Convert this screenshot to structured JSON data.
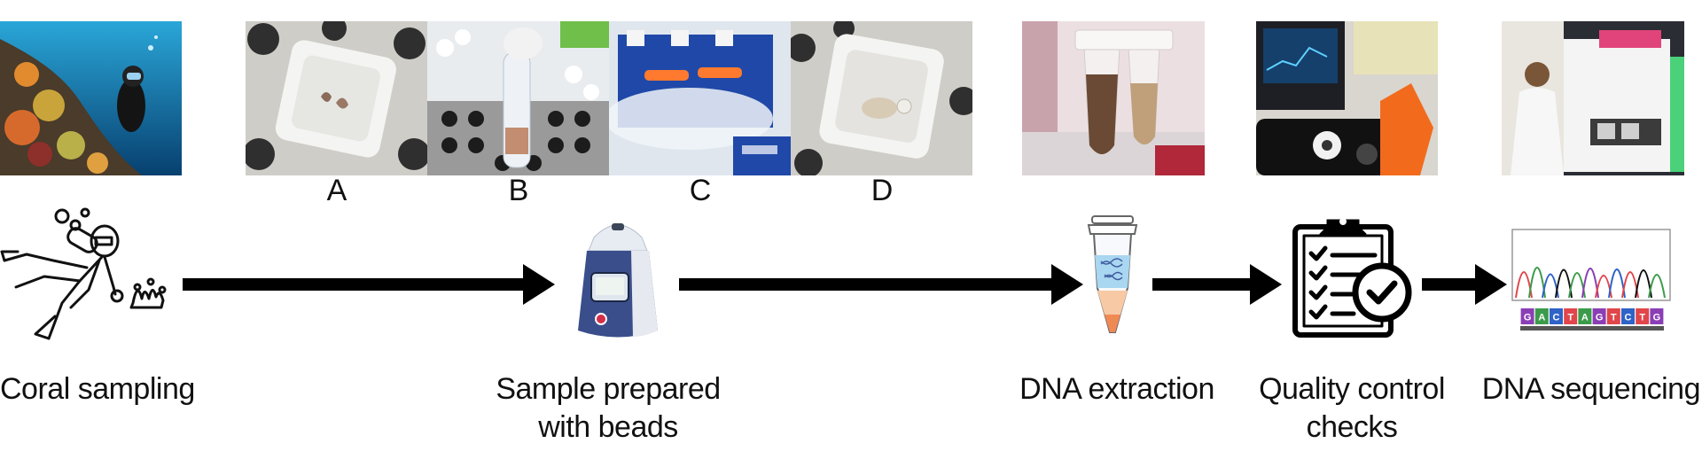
{
  "panel_letters": [
    "A",
    "B",
    "C",
    "D"
  ],
  "steps": [
    {
      "label_lines": [
        "Coral sampling"
      ]
    },
    {
      "label_lines": [
        "Sample prepared",
        "with beads"
      ]
    },
    {
      "label_lines": [
        "DNA extraction"
      ]
    },
    {
      "label_lines": [
        "Quality control",
        "checks"
      ]
    },
    {
      "label_lines": [
        "DNA sequencing"
      ]
    }
  ],
  "sequence_letters": [
    "G",
    "A",
    "C",
    "T",
    "A",
    "G",
    "T",
    "C",
    "T",
    "G"
  ],
  "colors": {
    "arrow": "#000000",
    "ocean": "#0d5f9e",
    "gloves": "#f26b1d",
    "bead_mill": "#3a4e8c"
  }
}
